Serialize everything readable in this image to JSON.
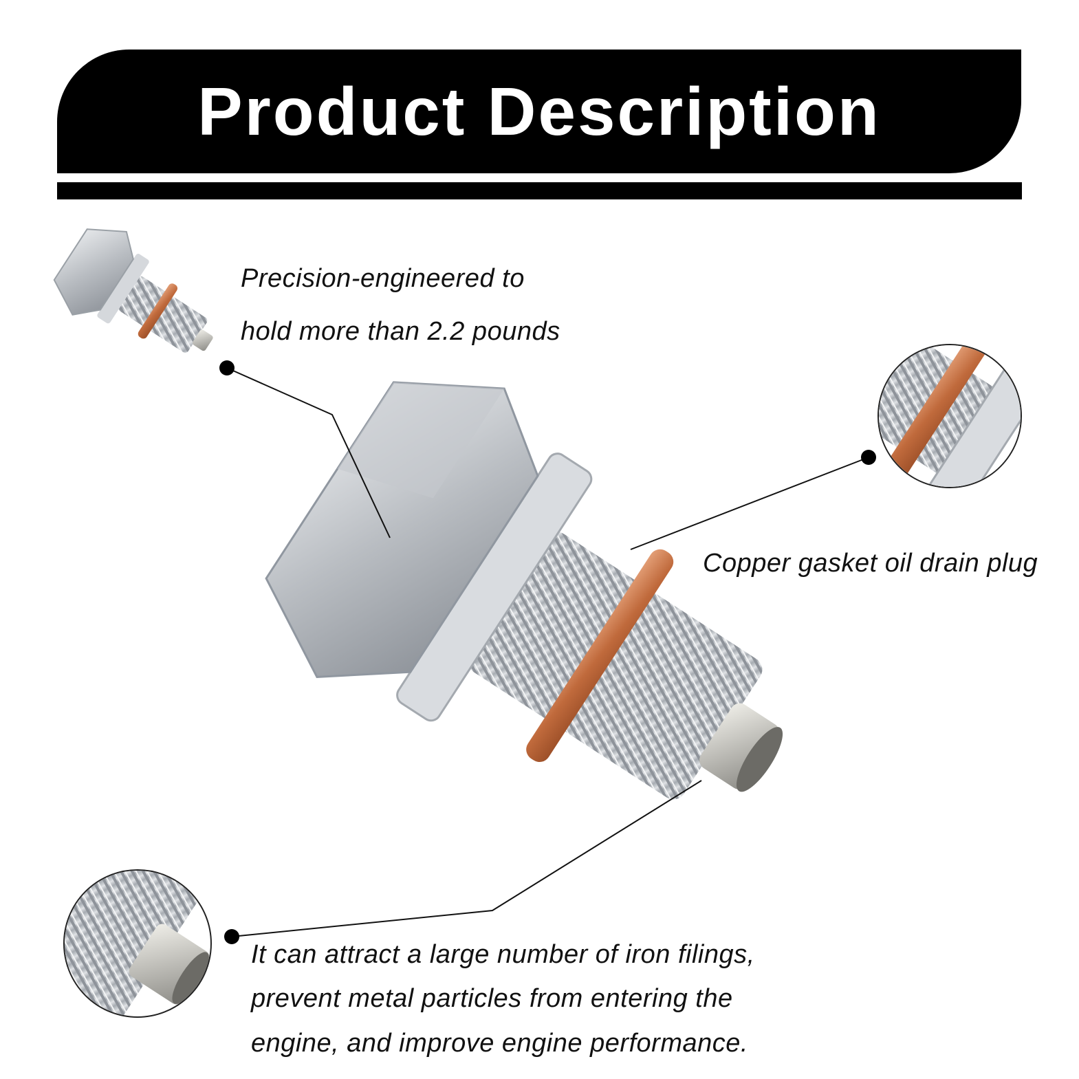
{
  "header": {
    "title": "Product Description"
  },
  "features": [
    {
      "lines": [
        "Precision-engineered to",
        "hold more than 2.2 pounds"
      ]
    },
    {
      "lines": [
        "Copper gasket oil drain plug"
      ]
    },
    {
      "lines": [
        "It can attract a large number of iron filings,",
        "prevent metal particles from entering the",
        "engine, and improve engine performance."
      ]
    }
  ],
  "colors": {
    "banner": "#000000",
    "copper": "#c8764a",
    "steel": "#c9ccd0"
  },
  "icons": [
    "drain-plug-thumbnail",
    "copper-gasket-closeup",
    "magnet-tip-closeup",
    "drain-plug-main"
  ]
}
